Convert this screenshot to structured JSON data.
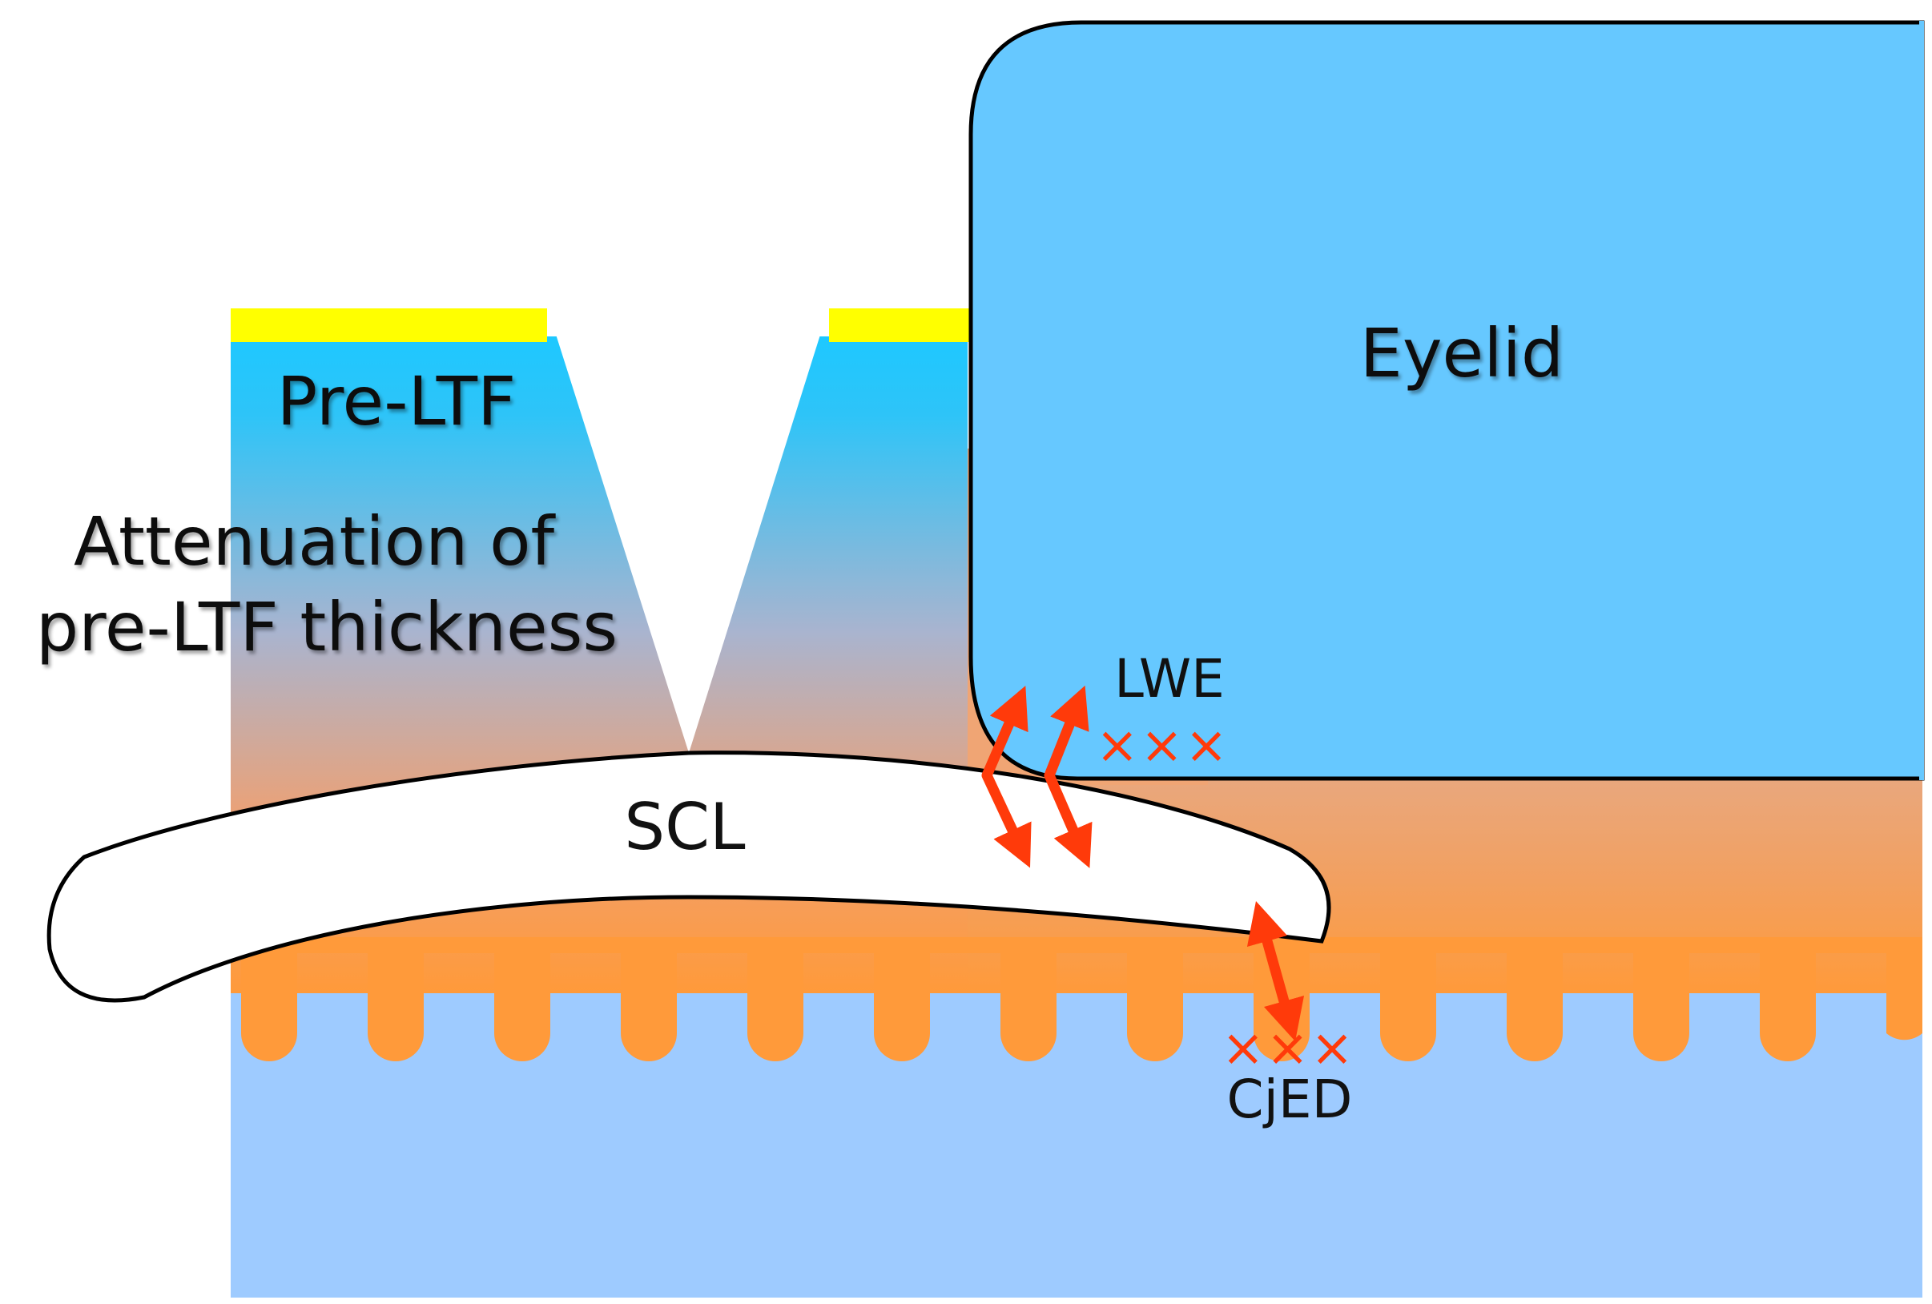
{
  "labels": {
    "eyelid": "Eyelid",
    "pre_ltf": "Pre-LTF",
    "attenuation_line1": "Attenuation of",
    "attenuation_line2": "pre-LTF thickness",
    "scl": "SCL",
    "lwe": "LWE",
    "cjed": "CjED",
    "lwe_marks": "×××",
    "cjed_marks": "×××"
  },
  "colors": {
    "eyelid_fill": "#66c8ff",
    "pre_ltf_top": "#22c8ff",
    "ltf_orange": "#ff9a3a",
    "tear_surface_yellow": "#ffff00",
    "conjunctiva_blue": "#9ecbff",
    "post_lens_peach": "#e9a67a",
    "arrow_red": "#ff3a0a",
    "outline": "#000000"
  },
  "icons": {
    "exchange_arrow": "double-headed-arrow",
    "damage_mark": "cross-mark"
  }
}
